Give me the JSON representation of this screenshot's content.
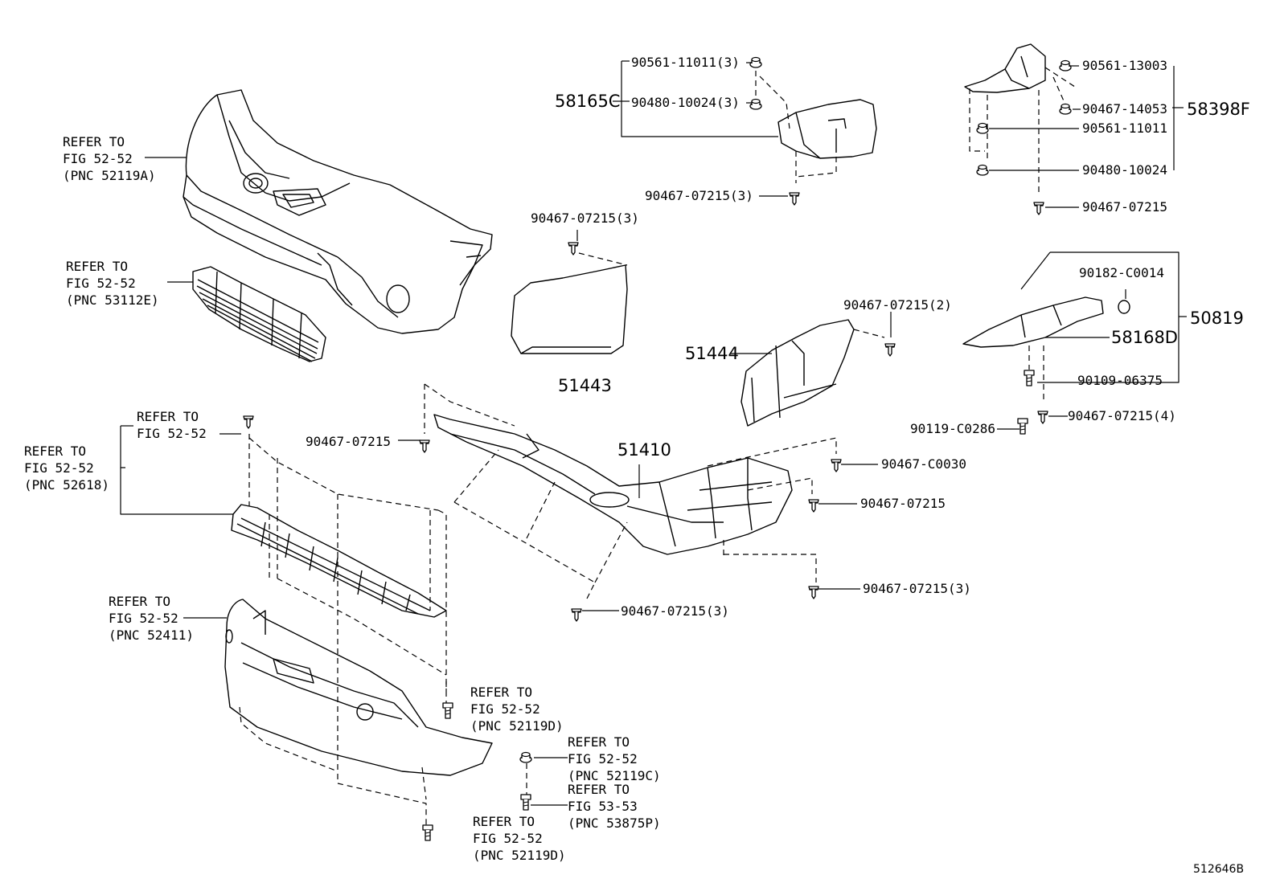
{
  "diagram_code": "512646B",
  "part_numbers": {
    "p58165C": "58165C",
    "p90561_11011_3": "90561-11011(3)",
    "p90480_10024_3": "90480-10024(3)",
    "p90467_07215_3_top": "90467-07215(3)",
    "p90561_13003": "90561-13003",
    "p90467_14053": "90467-14053",
    "p58398F": "58398F",
    "p90561_11011": "90561-11011",
    "p90480_10024": "90480-10024",
    "p90467_07215_right_top": "90467-07215",
    "p90467_07215_3_shield": "90467-07215(3)",
    "p51443": "51443",
    "p90467_07215_2": "90467-07215(2)",
    "p51444": "51444",
    "p90182_C0014": "90182-C0014",
    "p50819": "50819",
    "p58168D": "58168D",
    "p90109_06375": "90109-06375",
    "p90119_C0286": "90119-C0286",
    "p90467_07215_4": "90467-07215(4)",
    "p90467_07215_left_mid": "90467-07215",
    "p51410": "51410",
    "p90467_C0030": "90467-C0030",
    "p90467_07215_mid_right": "90467-07215",
    "p90467_07215_3_lower_right": "90467-07215(3)",
    "p90467_07215_3_lower_mid": "90467-07215(3)"
  },
  "references": {
    "r52119A": [
      "REFER TO",
      "FIG 52-52",
      "(PNC 52119A)"
    ],
    "r53112E": [
      "REFER TO",
      "FIG 52-52",
      "(PNC 53112E)"
    ],
    "r_fig5252_small": [
      "REFER TO",
      "FIG 52-52"
    ],
    "r52618": [
      "REFER TO",
      "FIG 52-52",
      "(PNC 52618)"
    ],
    "r52411": [
      "REFER TO",
      "FIG 52-52",
      "(PNC 52411)"
    ],
    "r52119D_upper": [
      "REFER TO",
      "FIG 52-52",
      "(PNC 52119D)"
    ],
    "r52119C": [
      "REFER TO",
      "FIG 52-52",
      "(PNC 52119C)"
    ],
    "r53875P": [
      "REFER TO",
      "FIG 53-53",
      "(PNC 53875P)"
    ],
    "r52119D_lower": [
      "REFER TO",
      "FIG 52-52",
      "(PNC 52119D)"
    ]
  }
}
